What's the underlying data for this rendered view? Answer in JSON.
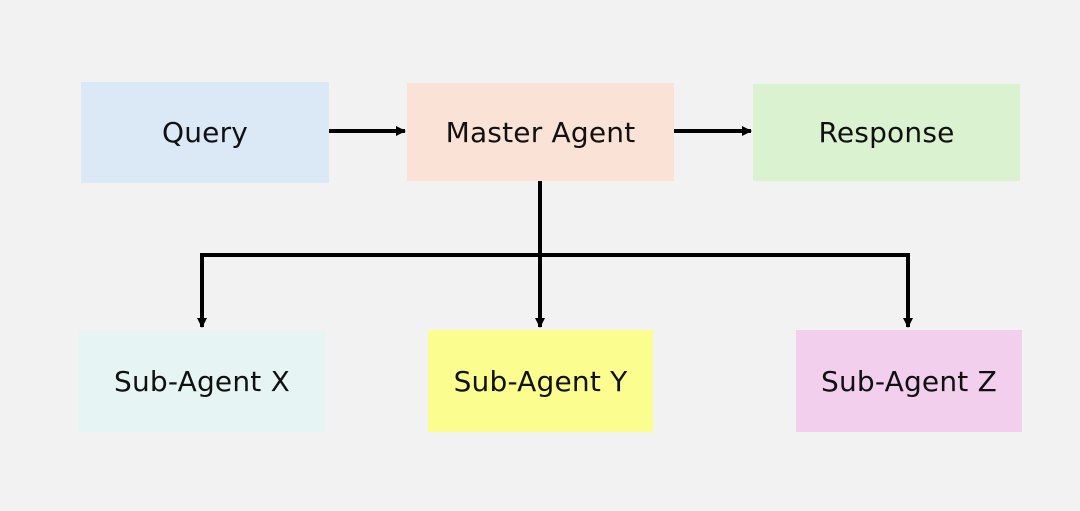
{
  "diagram": {
    "background": "#f2f2f2",
    "edge_color": "#000000",
    "nodes": {
      "query": {
        "label": "Query",
        "color": "#dbe8f6"
      },
      "master": {
        "label": "Master Agent",
        "color": "#fae3d6"
      },
      "response": {
        "label": "Response",
        "color": "#daf2d0"
      },
      "sub_x": {
        "label": "Sub-Agent X",
        "color": "#e7f4f4"
      },
      "sub_y": {
        "label": "Sub-Agent Y",
        "color": "#fbfd8e"
      },
      "sub_z": {
        "label": "Sub-Agent Z",
        "color": "#f1cfed"
      }
    },
    "edges": [
      {
        "from": "query",
        "to": "master"
      },
      {
        "from": "master",
        "to": "response"
      },
      {
        "from": "master",
        "to": "sub_x"
      },
      {
        "from": "master",
        "to": "sub_y"
      },
      {
        "from": "master",
        "to": "sub_z"
      }
    ]
  }
}
